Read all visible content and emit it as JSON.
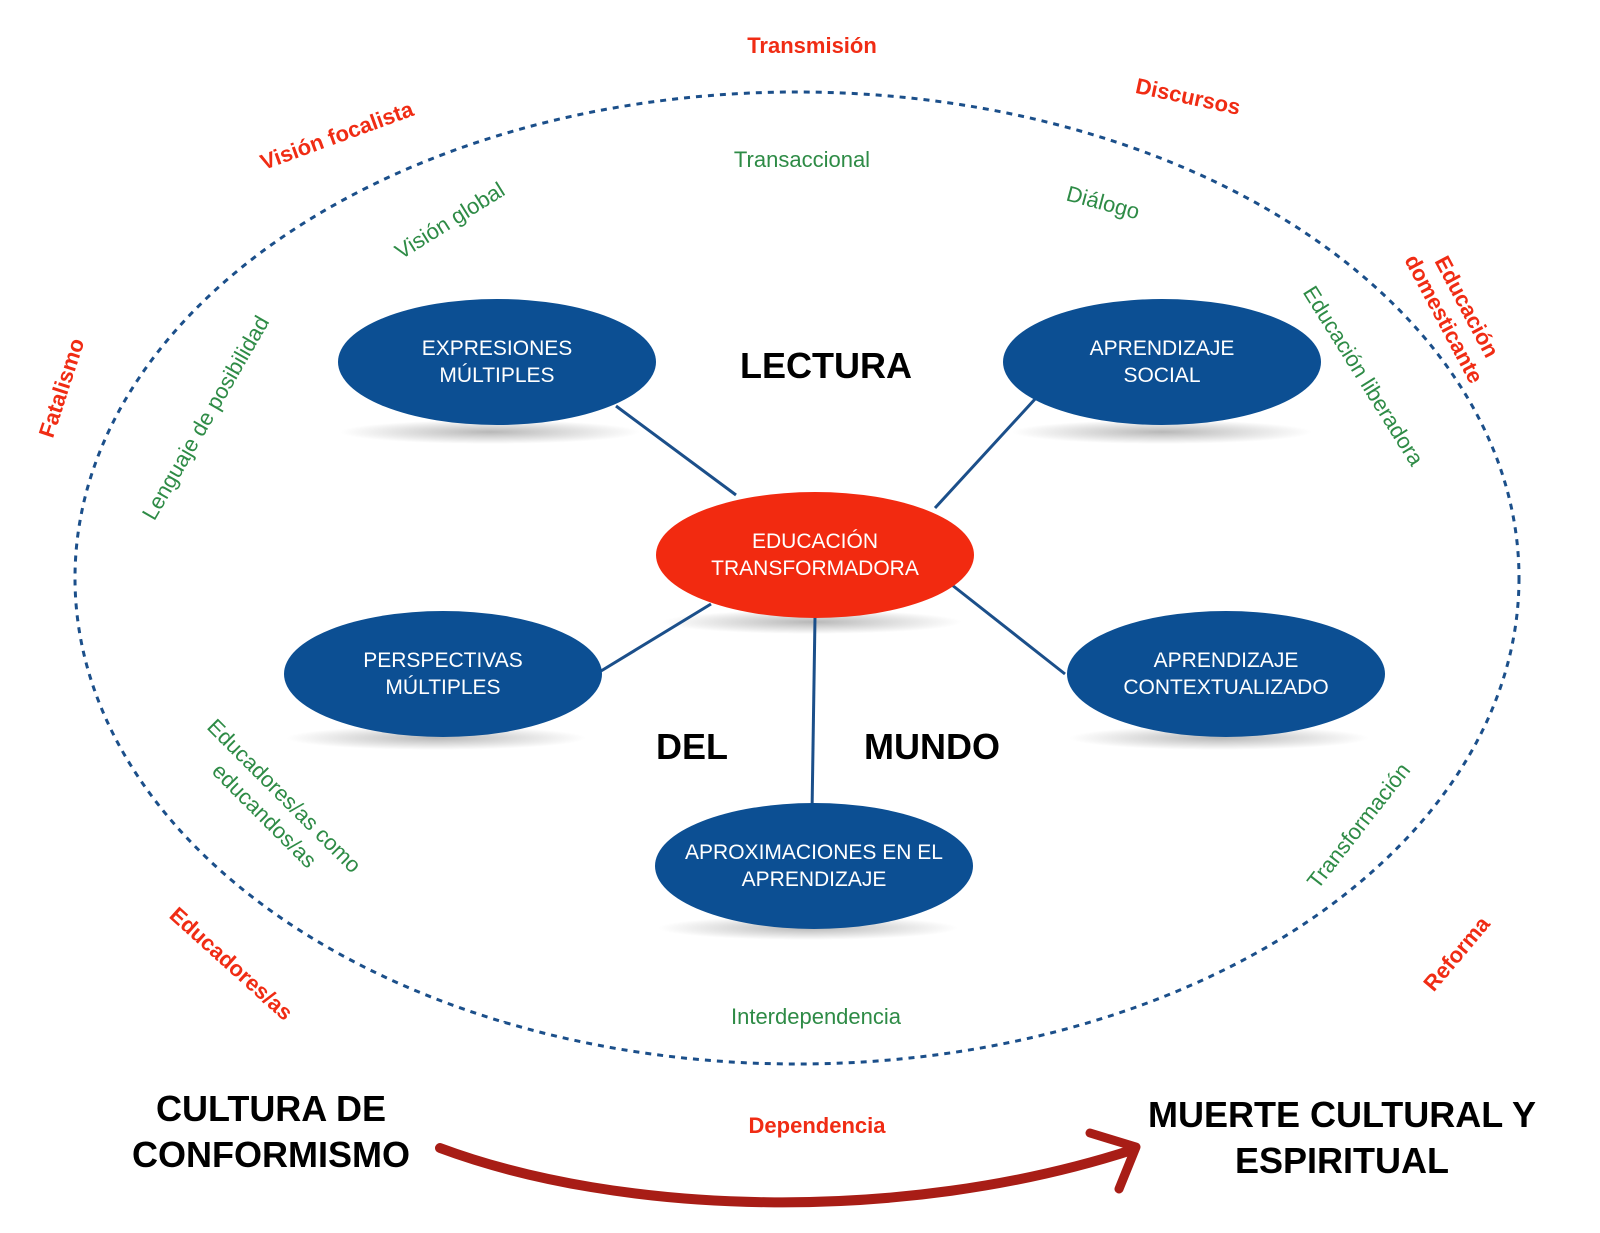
{
  "colors": {
    "red_label": "#f02c14",
    "green_label": "#2e8b46",
    "blue_node": "#0c4f93",
    "center_node": "#f22a10",
    "dotted_line": "#1b4f8a",
    "connector": "#1b4f8a",
    "arrow": "#a81d16"
  },
  "outer_labels": {
    "transmision": "Transmisión",
    "discursos": "Discursos",
    "vision_focalista": "Visión focalista",
    "fatalismo": "Fatalismo",
    "educacion_domesticante_line1": "Educación",
    "educacion_domesticante_line2": "domesticante",
    "educadores": "Educadores/as",
    "reforma": "Reforma",
    "dependencia": "Dependencia"
  },
  "inner_labels": {
    "transaccional": "Transaccional",
    "dialogo": "Diálogo",
    "vision_global": "Visión global",
    "lenguaje": "Lenguaje de posibilidad",
    "educacion_liberadora": "Educación liberadora",
    "educadores_como_line1": "Educadores/as como",
    "educadores_como_line2": "educandos/as",
    "transformacion": "Transformación",
    "interdependencia": "Interdependencia"
  },
  "nodes": {
    "center": [
      "EDUCACIÓN",
      "TRANSFORMADORA"
    ],
    "expresiones": [
      "EXPRESIONES",
      "MÚLTIPLES"
    ],
    "aprendizaje_social": [
      "APRENDIZAJE",
      "SOCIAL"
    ],
    "perspectivas": [
      "PERSPECTIVAS",
      "MÚLTIPLES"
    ],
    "aprendizaje_contextualizado": [
      "APRENDIZAJE",
      "CONTEXTUALIZADO"
    ],
    "aproximaciones": [
      "APROXIMACIONES EN EL",
      "APRENDIZAJE"
    ]
  },
  "words": {
    "lectura": "LECTURA",
    "del": "DEL",
    "mundo": "MUNDO"
  },
  "bottom": {
    "left_line1": "CULTURA DE",
    "left_line2": "CONFORMISMO",
    "right_line1": "MUERTE CULTURAL Y",
    "right_line2": "ESPIRITUAL"
  }
}
